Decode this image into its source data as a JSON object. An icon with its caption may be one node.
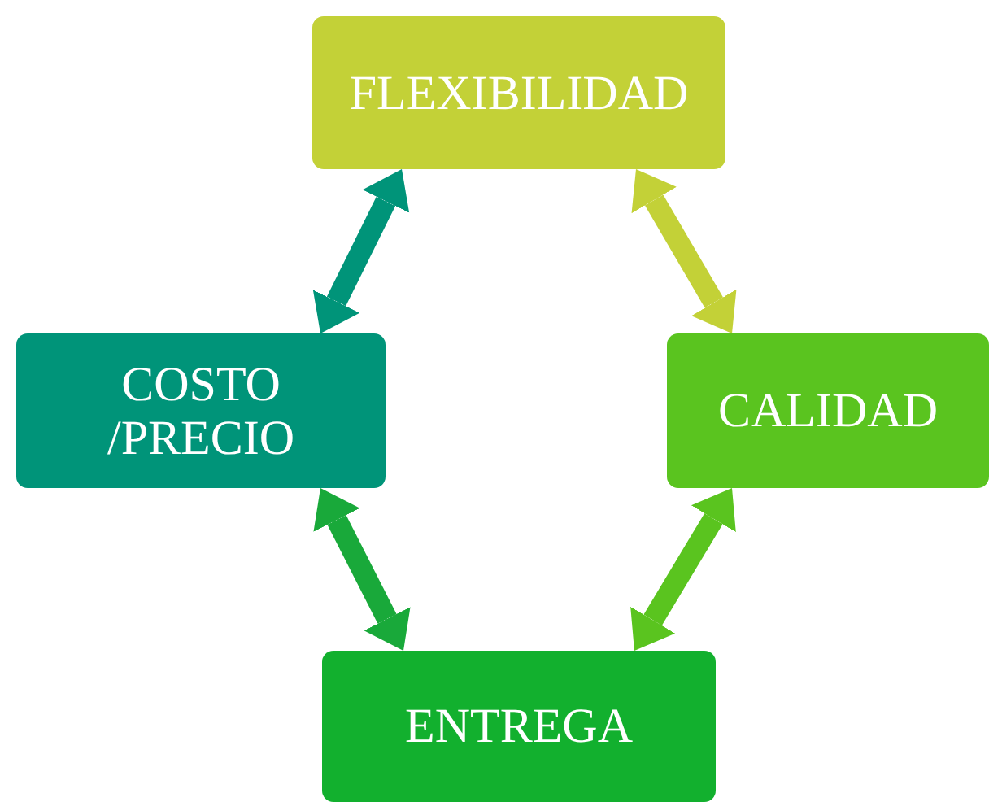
{
  "diagram": {
    "nodes": [
      {
        "text": [
          "FLEXIBILIDAD"
        ]
      },
      {
        "text": [
          "COSTO /PRECIO"
        ]
      },
      {
        "text": [
          "CALIDAD"
        ]
      },
      {
        "text": [
          "ENTREGA"
        ]
      }
    ],
    "edges": [
      {
        "from": 0,
        "to": 1,
        "arrow": "both",
        "color": "#009479"
      },
      {
        "from": 0,
        "to": 2,
        "arrow": "both",
        "color": "#c3d137"
      },
      {
        "from": 1,
        "to": 3,
        "arrow": "both",
        "color": "#19a93a"
      },
      {
        "from": 2,
        "to": 3,
        "arrow": "both",
        "color": "#5ac41f"
      }
    ]
  }
}
